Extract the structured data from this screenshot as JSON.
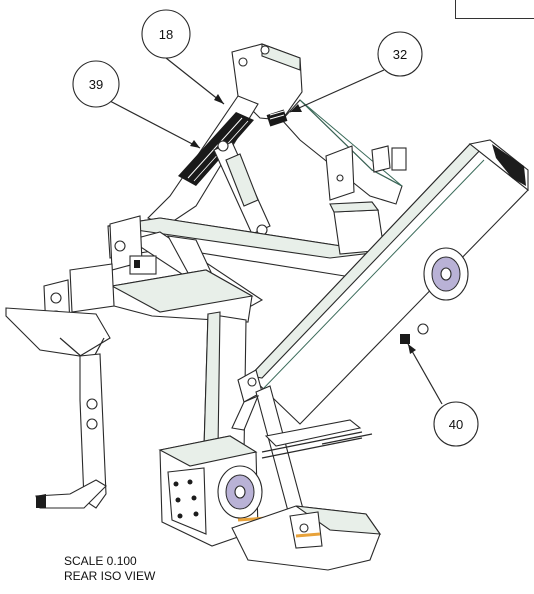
{
  "callouts": [
    {
      "id": "18",
      "label": "18"
    },
    {
      "id": "32",
      "label": "32"
    },
    {
      "id": "39",
      "label": "39"
    },
    {
      "id": "40",
      "label": "40"
    }
  ],
  "caption": {
    "scale": "SCALE  0.100",
    "view": "REAR ISO VIEW"
  },
  "colors": {
    "line": "#2a2a2a",
    "edge_tint": "#3a6b5a",
    "weld": "#e8a23a",
    "hub": "#b9b2d6",
    "decal": "#1a1a1a"
  }
}
